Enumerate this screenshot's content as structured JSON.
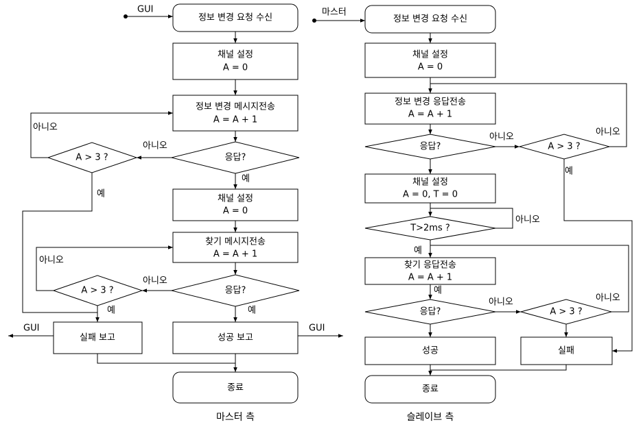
{
  "master": {
    "caption": "마스터 측",
    "gui_in": "GUI",
    "start": "정보 변경 요청 수신",
    "set1_l1": "채널 설정",
    "set1_l2": "A = 0",
    "send_l1": "정보 변경 메시지전송",
    "send_l2": "A = A + 1",
    "resp1": "응답?",
    "cond1": "A > 3 ?",
    "no_a": "아니오",
    "no_b": "아니오",
    "yes_a": "예",
    "yes_b": "예",
    "set2_l1": "채널 설정",
    "set2_l2": "A = 0",
    "find_l1": "찾기 메시지전송",
    "find_l2": "A = A + 1",
    "resp2": "응답?",
    "cond2": "A > 3 ?",
    "no_c": "아니오",
    "no_d": "아니오",
    "yes_c": "예",
    "yes_d": "예",
    "fail": "실패 보고",
    "success": "성공 보고",
    "gui_out_left": "GUI",
    "gui_out_right": "GUI",
    "end": "종료"
  },
  "slave": {
    "caption": "슬레이브 측",
    "master_in": "마스터",
    "start": "정보 변경 요청 수신",
    "set1_l1": "채널 설정",
    "set1_l2": "A = 0",
    "send_l1": "정보 변경 응답전송",
    "send_l2": "A = A + 1",
    "resp1": "응답?",
    "cond1": "A > 3 ?",
    "no_a": "아니오",
    "no_b": "아니오",
    "yes_a": "예",
    "set2_l1": "채널 설정",
    "set2_l2": "A = 0, T = 0",
    "timer": "T>2ms ?",
    "no_t": "아니오",
    "yes_t": "예",
    "find_l1": "찾기 응답전송",
    "find_l2": "A = A + 1",
    "yes_f": "예",
    "resp2": "응답?",
    "cond2": "A > 3 ?",
    "no_c": "아니오",
    "no_d": "아니오",
    "success": "성공",
    "fail": "실패",
    "end": "종료"
  }
}
